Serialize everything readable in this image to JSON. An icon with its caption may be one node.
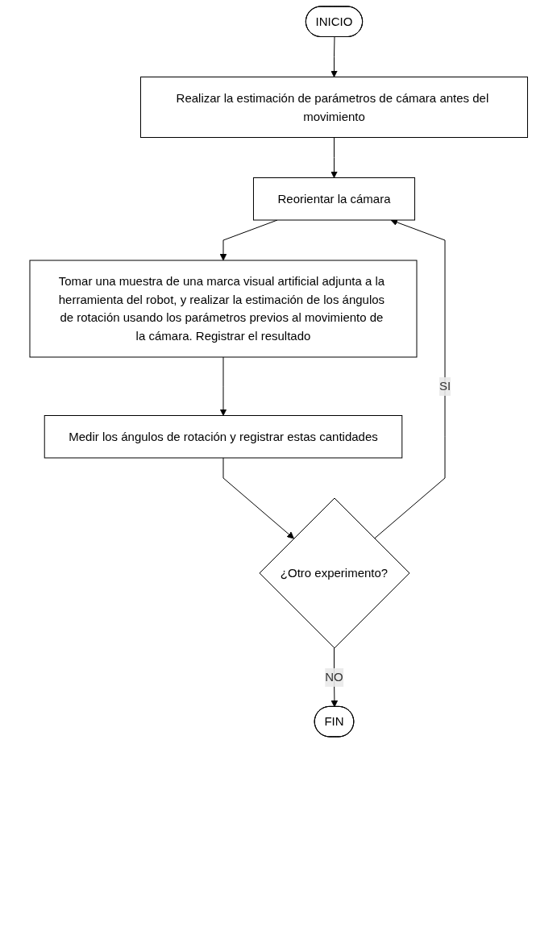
{
  "diagram": {
    "nodes": [
      {
        "text": [
          "INICIO"
        ]
      },
      {
        "text": [
          "Realizar la estimación de parámetros de cámara antes del movimiento"
        ]
      },
      {
        "text": [
          "Reorientar la cámara"
        ]
      },
      {
        "text": [
          "Tomar una muestra de una marca visual artificial adjunta a la herramienta del robot, y realizar la estimación de los ángulos de rotación usando los parámetros previos al movimiento de la cámara. Registrar el resultado"
        ]
      },
      {
        "text": [
          "Medir los ángulos de rotación y registrar estas cantidades"
        ]
      },
      {
        "text": [
          "¿Otro experimento?"
        ]
      },
      {
        "text": [
          "FIN"
        ]
      }
    ],
    "edges": [
      {
        "from": 0,
        "to": 1,
        "arrow": "to"
      },
      {
        "from": 1,
        "to": 2,
        "arrow": "to"
      },
      {
        "from": 2,
        "to": 3,
        "arrow": "to"
      },
      {
        "from": 3,
        "to": 4,
        "arrow": "to"
      },
      {
        "from": 4,
        "to": 5,
        "arrow": "to"
      },
      {
        "from": 5,
        "to": 2,
        "arrow": "to",
        "label": "SI"
      },
      {
        "from": 5,
        "to": 6,
        "arrow": "to",
        "label": "NO"
      }
    ]
  }
}
